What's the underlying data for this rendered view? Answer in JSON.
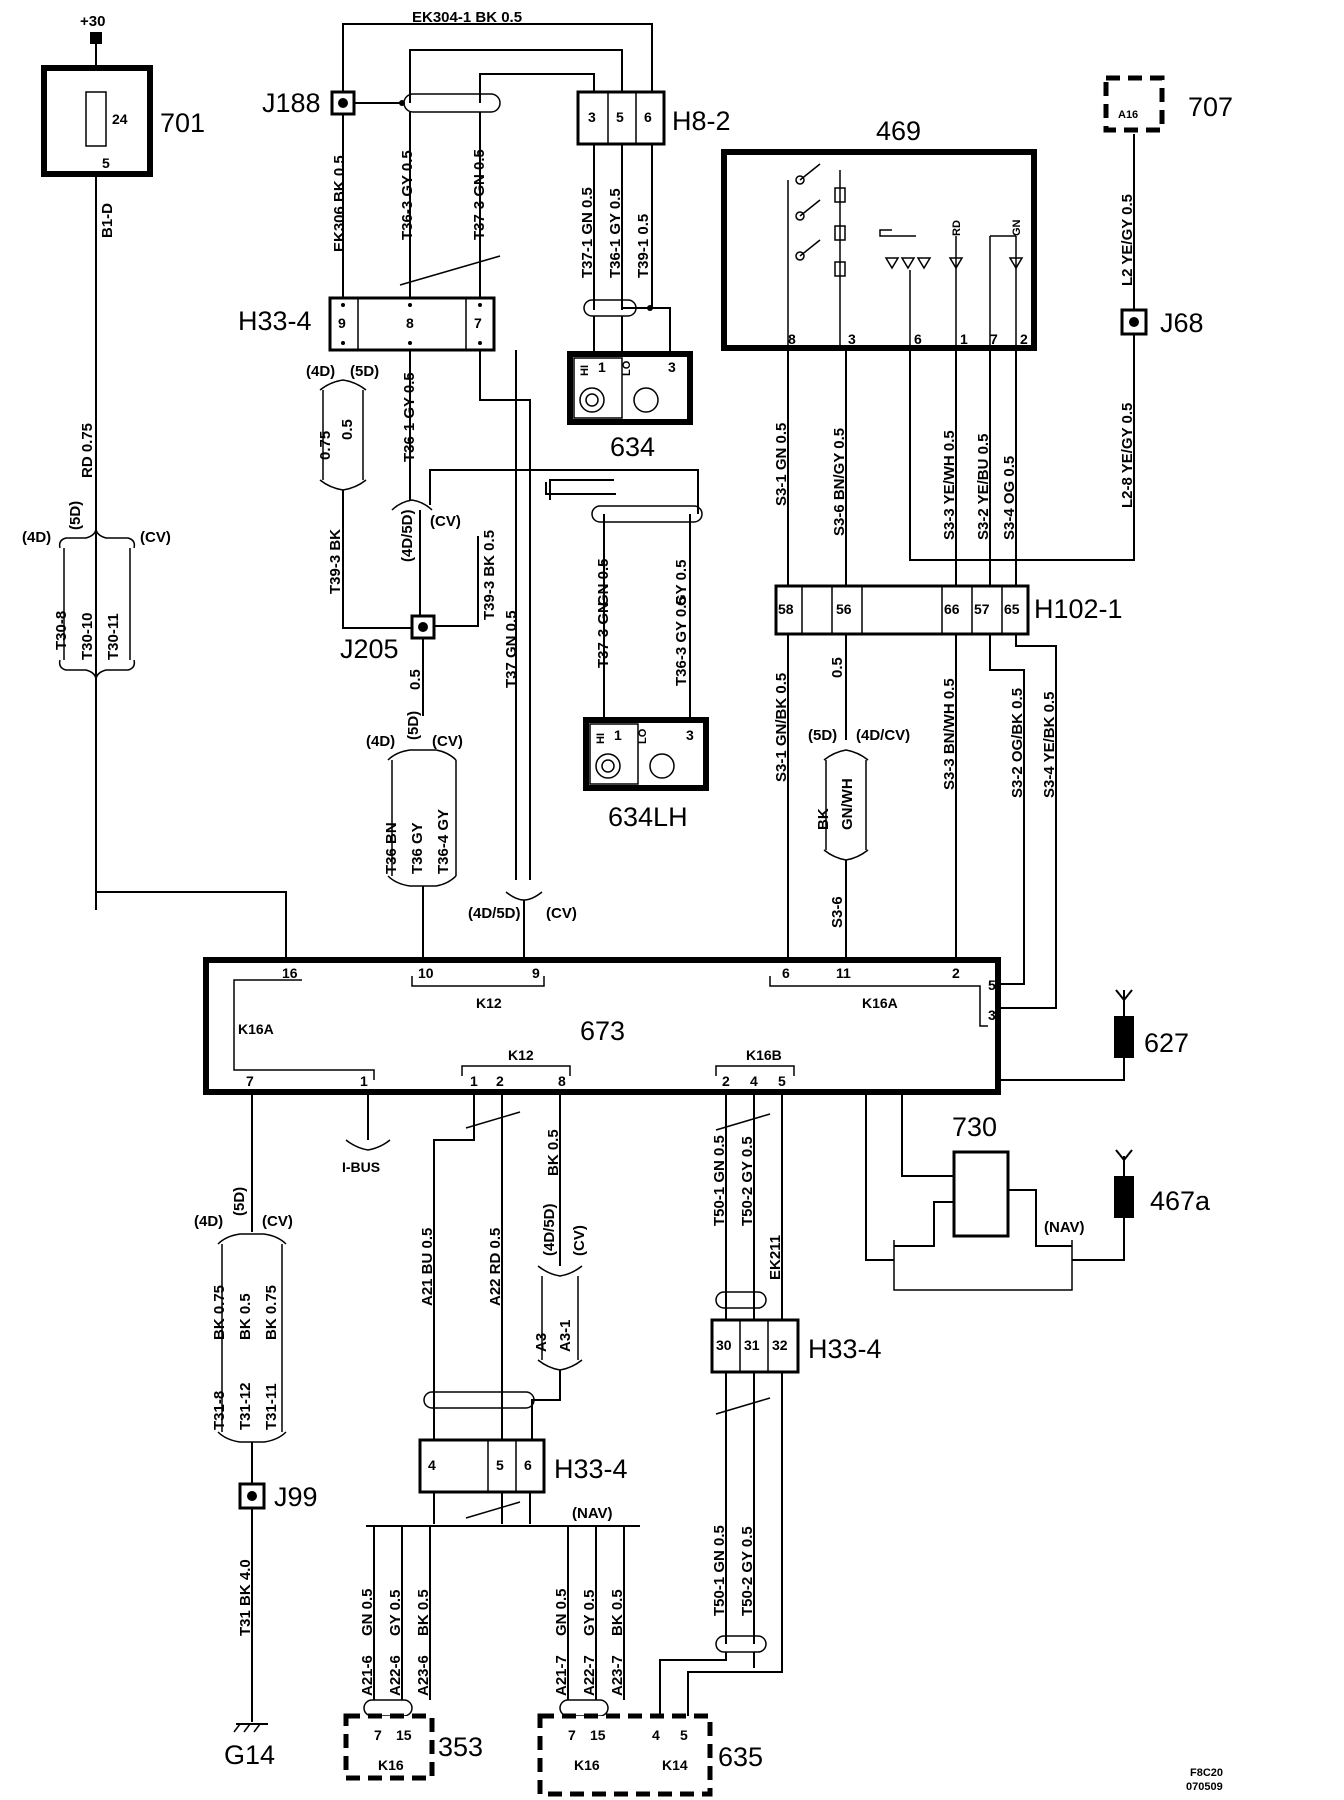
{
  "labels": {
    "supply": "+30",
    "ibus": "I-BUS"
  },
  "comp701": {
    "id": "701",
    "pin_in": "24",
    "pin_out": "5"
  },
  "comp469": {
    "id": "469",
    "rd": "RD",
    "gn": "GN",
    "pins": [
      "8",
      "3",
      "6",
      "1",
      "7",
      "2"
    ]
  },
  "comp707": {
    "id": "707",
    "pin": "A16"
  },
  "comp673": {
    "id": "673",
    "pin16": "16",
    "pin10": "10",
    "pin9": "9",
    "pin6": "6",
    "pin11": "11",
    "pin2": "2",
    "pin5": "5",
    "pin3": "3",
    "pin7": "7",
    "pin1": "1",
    "pin8": "8",
    "pin4": "4",
    "k12": "K12",
    "k16a": "K16A",
    "k16b": "K16B"
  },
  "comp730": {
    "id": "730"
  },
  "comp353": {
    "id": "353",
    "pins": [
      "7",
      "15"
    ],
    "conn": "K16"
  },
  "comp635": {
    "id": "635",
    "pins": [
      "7",
      "15",
      "4",
      "5"
    ],
    "conn1": "K16",
    "conn2": "K14"
  },
  "connectors": {
    "j188": "J188",
    "j205": "J205",
    "j68": "J68",
    "j99": "J99"
  },
  "h82": {
    "id": "H8-2",
    "pins": [
      "3",
      "5",
      "6"
    ]
  },
  "h102": {
    "id": "H102-1",
    "pins": [
      "58",
      "56",
      "66",
      "57",
      "65"
    ]
  },
  "h33_4": {
    "id": "H33-4",
    "top_pins": [
      "9",
      "8",
      "7"
    ],
    "bl_pins": [
      "4",
      "5",
      "6"
    ],
    "br_pins": [
      "30",
      "31",
      "32"
    ]
  },
  "speaker": {
    "id634": "634",
    "id634lh": "634LH",
    "hi": "HI",
    "lo": "LO",
    "pin1": "1",
    "pin3": "3"
  },
  "antennas": {
    "a627": "627",
    "a467a": "467a"
  },
  "grounds": {
    "g14": "G14"
  },
  "variants": {
    "v4d": "(4D)",
    "v5d": "(5D)",
    "cv": "(CV)",
    "v4d5d": "(4D/5D)",
    "v4dcv": "(4D/CV)",
    "nav": "(NAV)"
  },
  "wires": {
    "b1d": "B1-D",
    "rd075": "RD 0.75",
    "t30_8": "T30-8",
    "t30_10": "T30-10",
    "t30_11": "T30-11",
    "ek304_1": "EK304-1    BK  0.5",
    "ek306": "EK306  BK 0.5",
    "t36_3": "T36-3 GY  0.5",
    "t37_3": "T37-3 GN  0.5",
    "t37_1": "T37-1  GN  0.5",
    "t36_1a": "T36-1 GY  0.5",
    "t39_1": "T39-1  0.5",
    "t36_1b": "T36-1 GY  0.5",
    "w075": "0.75",
    "w05": "0.5",
    "t39_3": "T39-3  BK",
    "t39_3b": "T39-3 BK 0.5",
    "t37": "T37  GN  0.5",
    "t37_3b": "T37-3  GN",
    "t36_3b": "T36-3  GY  0.5",
    "gn05": "GN  0.5",
    "gy05": "GY  0.5",
    "bk05": "BK  0.5",
    "bk075": "BK  0.75",
    "t36_bn": "T36  BN",
    "t36_gy": "T36  GY",
    "t36_4": "T36-4  GY",
    "s3_1": "S3-1  GN  0.5",
    "s3_6": "S3-6  BN/GY  0.5",
    "s3_3": "S3-3  YE/WH  0.5",
    "s3_2": "S3-2  YE/BU  0.5",
    "s3_4": "S3-4  OG  0.5",
    "l2": "L2  YE/GY  0.5",
    "l2_8": "L2-8    YE/GY  0.5",
    "s3_1b": "S3-1  GN/BK  0.5",
    "s3_3b": "S3-3  BN/WH  0.5",
    "s3_2b": "S3-2  OG/BK  0.5",
    "s3_4b": "S3-4  YE/BK  0.5",
    "bk": "BK",
    "gnwh": "GN/WH",
    "s3_6b": "S3-6",
    "t31_8": "T31-8",
    "t31_12": "T31-12",
    "t31_11": "T31-11",
    "t31_bk4": "T31   BK  4.0",
    "a21": "A21  BU  0.5",
    "a22": "A22  RD  0.5",
    "a3": "A3",
    "a3_1": "A3-1",
    "a21_6": "A21-6",
    "a22_6": "A22-6",
    "a23_6": "A23-6",
    "a21_7": "A21-7",
    "a22_7": "A22-7",
    "a23_7": "A23-7",
    "t50_1": "T50-1  GN  0.5",
    "t50_2": "T50-2  GY  0.5",
    "ek211": "EK211"
  },
  "footer": {
    "code": "F8C20",
    "date": "070509"
  }
}
